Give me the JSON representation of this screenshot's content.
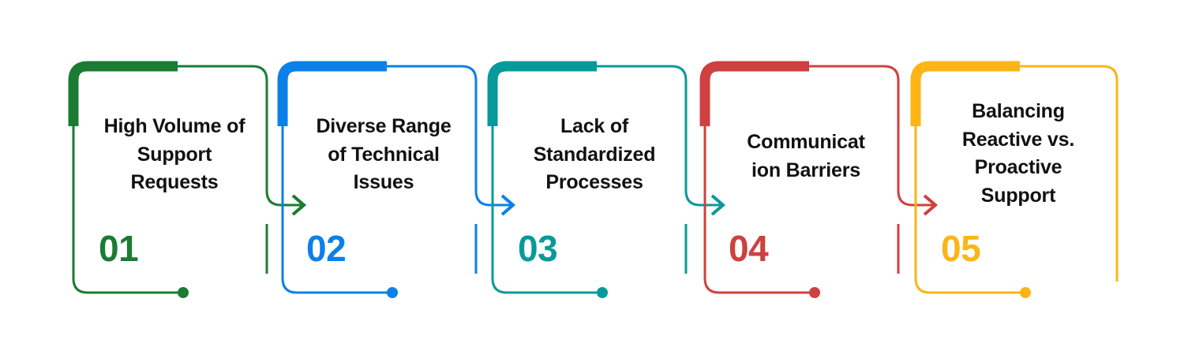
{
  "diagram": {
    "type": "process-steps",
    "title_visible": false,
    "background_color": "#ffffff",
    "step_count": 5,
    "steps": [
      {
        "number": "01",
        "title": "High Volume of\nSupport\nRequests",
        "color": "#1a7c33",
        "frame_name": "bracket-frame-green",
        "arrow_name": "connector-arrow-green",
        "dot_name": "endpoint-dot-green"
      },
      {
        "number": "02",
        "title": "Diverse Range\nof Technical\nIssues",
        "color": "#0b80e8",
        "frame_name": "bracket-frame-blue",
        "arrow_name": "connector-arrow-blue",
        "dot_name": "endpoint-dot-blue"
      },
      {
        "number": "03",
        "title": "Lack of\nStandardized\nProcesses",
        "color": "#089a9a",
        "frame_name": "bracket-frame-teal",
        "arrow_name": "connector-arrow-teal",
        "dot_name": "endpoint-dot-teal"
      },
      {
        "number": "04",
        "title": "Communicat\nion Barriers",
        "color": "#cf4040",
        "frame_name": "bracket-frame-red",
        "arrow_name": "connector-arrow-red",
        "dot_name": "endpoint-dot-red"
      },
      {
        "number": "05",
        "title": "Balancing\nReactive vs.\nProactive\nSupport",
        "color": "#fcb515",
        "frame_name": "bracket-frame-yellow",
        "arrow_name": "endpoint-dot-yellow",
        "dot_name": "endpoint-dot-yellow"
      }
    ]
  }
}
